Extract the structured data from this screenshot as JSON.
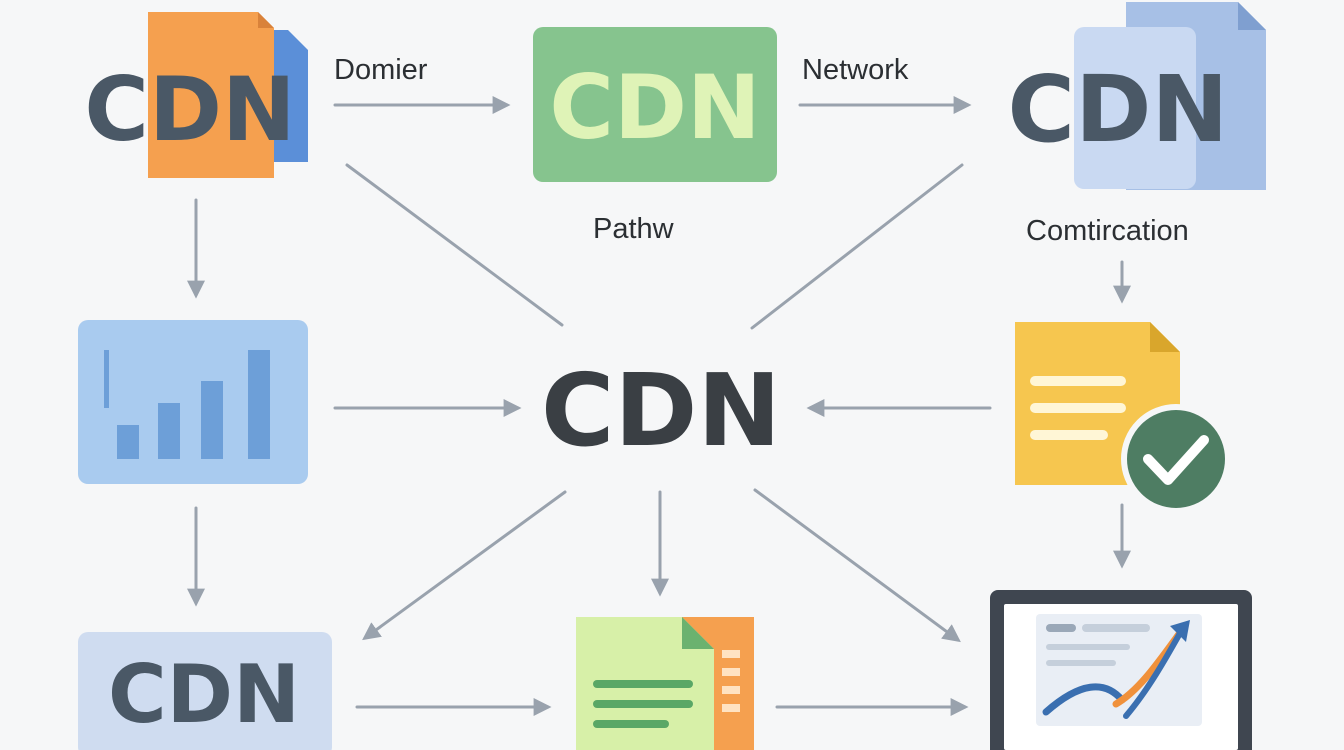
{
  "colors": {
    "background": "#f6f7f8",
    "arrow": "#99a2ad",
    "dark_text": "#3a3f44",
    "slate_text": "#4a5866",
    "orange": "#f5a04f",
    "blue": "#5b8fd8",
    "green": "#86c48e",
    "light_green_text": "#dff3b7",
    "bar_panel": "#a9cbef",
    "bar": "#6d9fd8",
    "yellow_doc": "#f6c64f",
    "check_badge": "#4e7d63",
    "monitor": "#3f4650"
  },
  "nodes": {
    "top_left": {
      "text": "CDN",
      "icon": "orange-document-icon"
    },
    "top_center": {
      "text": "CDN",
      "icon": "green-card"
    },
    "top_right": {
      "text": "CDN",
      "icon": "blue-document-icon"
    },
    "middle_left": {
      "icon": "bar-chart-icon"
    },
    "center": {
      "text": "CDN"
    },
    "middle_right": {
      "icon": "document-check-icon"
    },
    "bottom_left": {
      "text": "CDN"
    },
    "bottom_center": {
      "icon": "green-document-icon"
    },
    "bottom_right": {
      "icon": "monitor-chart-icon"
    }
  },
  "labels": {
    "domier": "Domier",
    "network": "Network",
    "pathw": "Pathw",
    "comtircation": "Comtircation"
  }
}
